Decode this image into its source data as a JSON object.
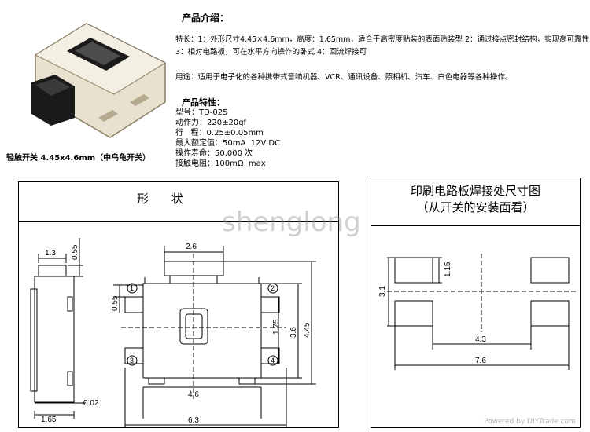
{
  "product": {
    "section_title": "产品介绍：",
    "features_line1": "特长：1：外形尺寸4.45×4.6mm，高度：1.65mm，适合于高密度贴装的表面贴装型 2：通过接点密封结构，实现高可靠性",
    "features_line2": "3：相对电路板，可在水平方向操作的卧式 4：回流焊接可",
    "usage": "用途：适用于电子化的各种携带式音响机器、VCR、通讯设备、照相机、汽车、白色电器等各种操作。",
    "caption": "轻触开关 4.45x4.6mm（中乌龟开关）"
  },
  "characteristics": {
    "title": "产品特性：",
    "items": [
      "型号：TD-025",
      "动作力：220±20gf",
      "行   程：0.25±0.05mm",
      "最大额定值：50mA  12V DC",
      "操作寿命：50,000 次",
      "接触电阻：100mΩ  max"
    ]
  },
  "shape_panel": {
    "title": "形      状",
    "dims": {
      "d055_top": "0.55",
      "d13": "1.3",
      "d26": "2.6",
      "d055_left": "0.55",
      "d175": "1.75",
      "d36": "3.6",
      "d445": "4.45",
      "d46": "4.6",
      "d63": "6.3",
      "d165": "1.65",
      "d002": "0.02"
    },
    "pins": [
      "1",
      "2",
      "3",
      "4"
    ]
  },
  "pcb_panel": {
    "title_line1": "印刷电路板焊接处尺寸图",
    "title_line2": "（从开关的安装面看）",
    "dims": {
      "d31": "3.1",
      "d115": "1.15",
      "d43": "4.3",
      "d76": "7.6"
    }
  },
  "watermarks": {
    "center": "shenglong",
    "footer": "Powered by DIYTrade.com"
  }
}
